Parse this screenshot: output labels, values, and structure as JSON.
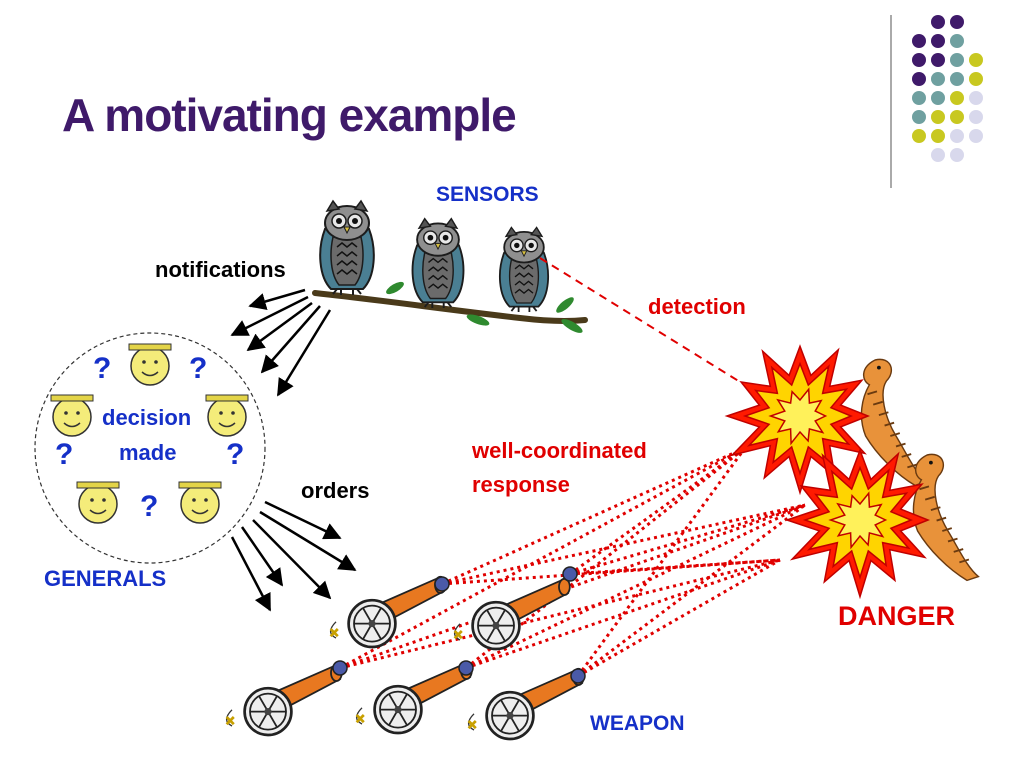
{
  "slide": {
    "title": "A motivating example"
  },
  "labels": {
    "sensors": "SENSORS",
    "notifications": "notifications",
    "detection": "detection",
    "decision_line1": "decision",
    "decision_line2": "made",
    "generals": "GENERALS",
    "orders": "orders",
    "response_line1": "well-coordinated",
    "response_line2": "response",
    "danger": "DANGER",
    "weapon": "WEAPON",
    "question_mark": "?"
  },
  "colors": {
    "title": "#3f1a6a",
    "label_blue": "#1530c8",
    "label_red": "#e00000",
    "dot_purple": "#3f1a6a",
    "dot_teal": "#6fa0a0",
    "dot_yellow": "#c8c820",
    "dot_lavender": "#d8d8ec"
  },
  "icons": [
    "owl-icon",
    "smiley-face-icon",
    "explosion-icon",
    "dinosaur-icon",
    "cannon-icon",
    "question-mark-icon"
  ]
}
